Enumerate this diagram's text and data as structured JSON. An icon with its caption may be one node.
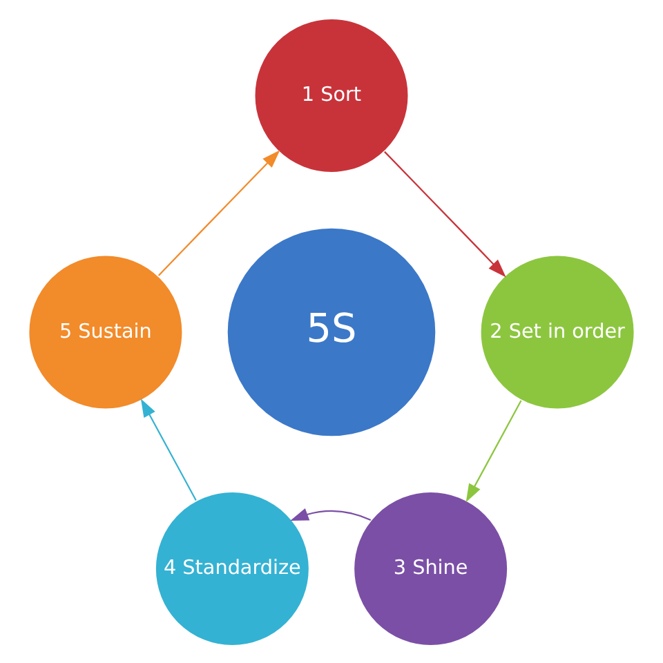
{
  "diagram": {
    "nodes": [
      {
        "text": [
          "5S"
        ]
      },
      {
        "text": [
          "1 Sort"
        ]
      },
      {
        "text": [
          "2 Set in order"
        ]
      },
      {
        "text": [
          "3 Shine"
        ]
      },
      {
        "text": [
          "4 Standardize"
        ]
      },
      {
        "text": [
          "5 Sustain"
        ]
      }
    ],
    "edges": [
      {
        "from": 1,
        "to": 2,
        "arrow": "to",
        "color": "#c8333a"
      },
      {
        "from": 2,
        "to": 3,
        "arrow": "to",
        "color": "#8cc63f"
      },
      {
        "from": 3,
        "to": 4,
        "arrow": "to",
        "color": "#7b4fa6"
      },
      {
        "from": 4,
        "to": 5,
        "arrow": "to",
        "color": "#34b2d3"
      },
      {
        "from": 5,
        "to": 1,
        "arrow": "to",
        "color": "#f28b2a"
      }
    ]
  }
}
